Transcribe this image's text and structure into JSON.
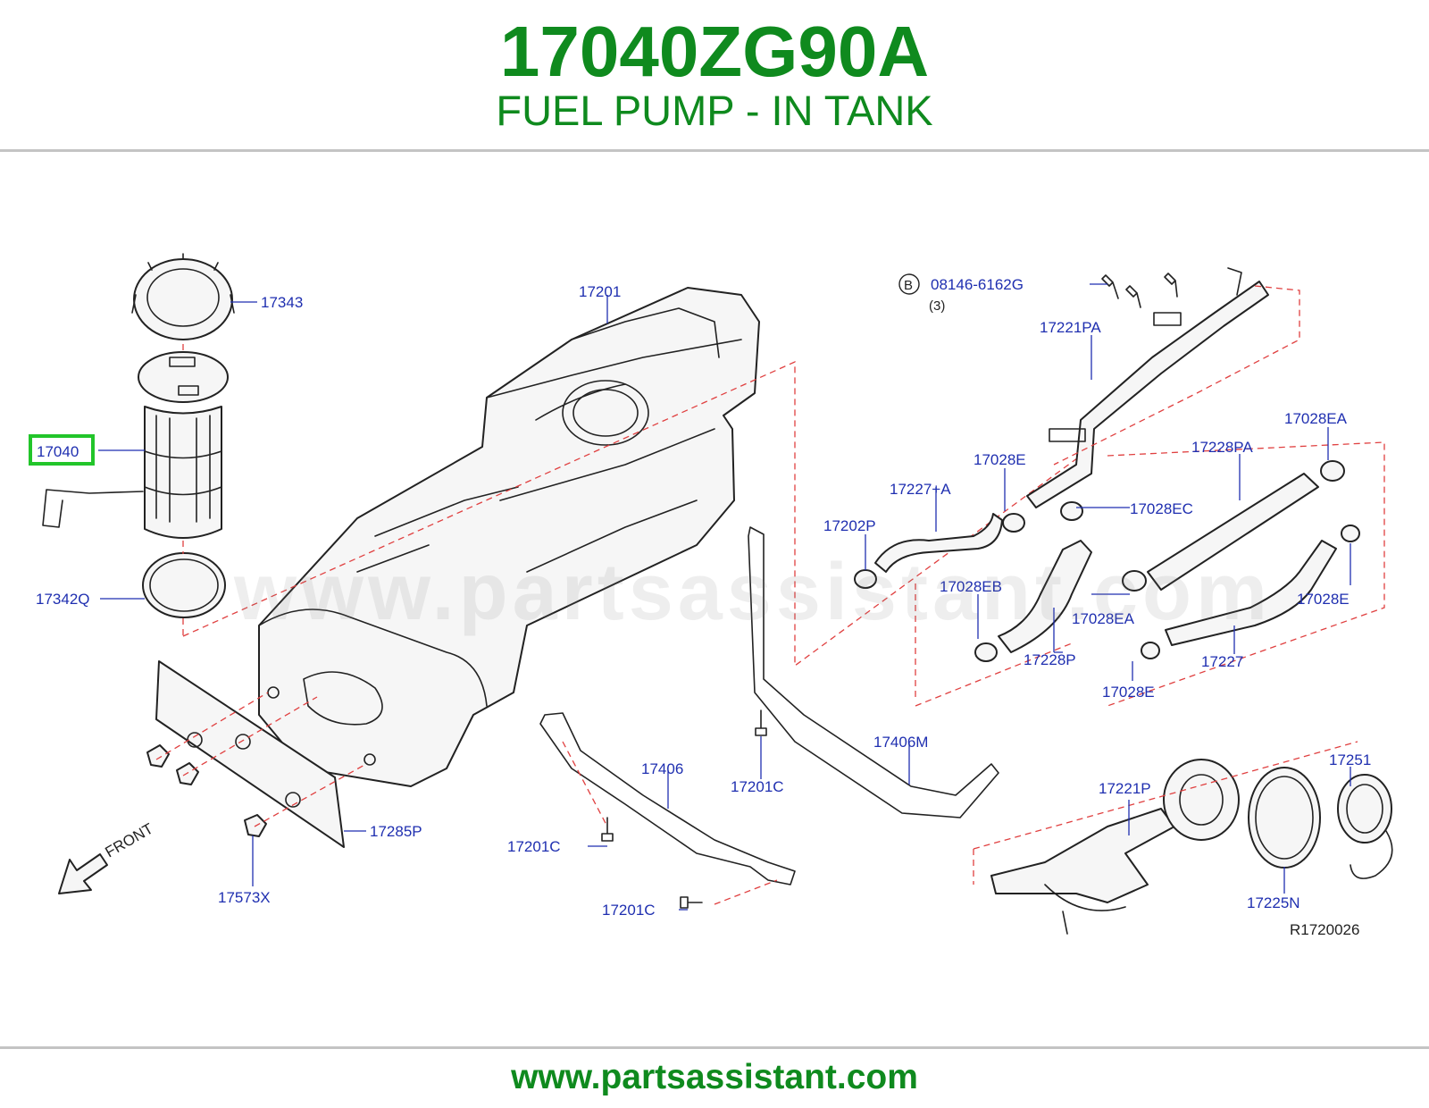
{
  "header": {
    "part_number": "17040ZG90A",
    "part_name": "FUEL PUMP - IN TANK"
  },
  "footer": {
    "website": "www.partsassistant.com"
  },
  "watermark": "www.partsassistant.com",
  "diagram": {
    "highlight_color": "#22c52a",
    "accent_color": "#0f8a1e",
    "label_color": "#1f2fb0",
    "front_label": "FRONT",
    "bolt_symbol": "B",
    "bolt_qty": "(3)",
    "reference_code": "R1720026",
    "callouts": {
      "c17343": "17343",
      "c17040": "17040",
      "c17342Q": "17342Q",
      "c17201": "17201",
      "c08146": "08146-6162G",
      "c17221PA": "17221PA",
      "c17028E_top": "17028E",
      "c17227A": "17227+A",
      "c17202P": "17202P",
      "c17028EC": "17028EC",
      "c17028EA_top": "17028EA",
      "c17228PA": "17228PA",
      "c17028EB": "17028EB",
      "c17028EA_mid": "17028EA",
      "c17228P": "17228P",
      "c17028E_right": "17028E",
      "c17227": "17227",
      "c17028E_bottom": "17028E",
      "c17406M": "17406M",
      "c17201C_mid": "17201C",
      "c17406": "17406",
      "c17201C_left": "17201C",
      "c17201C_bottom": "17201C",
      "c17285P": "17285P",
      "c17573X": "17573X",
      "c17221P": "17221P",
      "c17251": "17251",
      "c17225N": "17225N"
    }
  }
}
